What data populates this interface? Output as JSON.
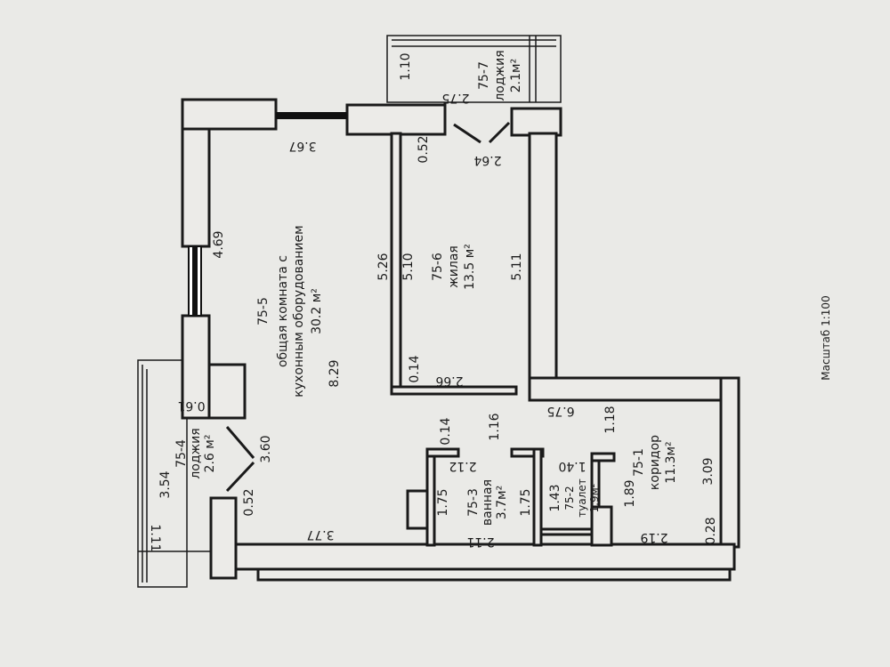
{
  "rooms": {
    "r1": {
      "id": "75-1",
      "name": "коридор",
      "area": "11.3м²"
    },
    "r2": {
      "id": "75-2",
      "name": "туалет",
      "area": "1.9м²"
    },
    "r3": {
      "id": "75-3",
      "name": "ванная",
      "area": "3.7м²"
    },
    "r4": {
      "id": "75-4",
      "name": "лоджия",
      "area": "2.6 м²"
    },
    "r5": {
      "id": "75-5",
      "name1": "общая комната с",
      "name2": "кухонным оборудованием",
      "area": "30.2 м²"
    },
    "r6": {
      "id": "75-6",
      "name": "жилая",
      "area": "13.5 м²"
    },
    "r7": {
      "id": "75-7",
      "name": "лоджия",
      "area": "2.1м²"
    }
  },
  "dims": {
    "d367": "3.67",
    "d469": "4.69",
    "d829": "8.29",
    "d061": "0.61",
    "d360": "3.60",
    "d052a": "0.52",
    "d354": "3.54",
    "d111": "1.11",
    "d377": "3.77",
    "d526": "5.26",
    "d510": "5.10",
    "d511": "5.11",
    "d014a": "0.14",
    "d266": "2.66",
    "d110": "1.10",
    "d275": "2.75",
    "d052b": "0.52",
    "d264": "2.64",
    "d014b": "0.14",
    "d116": "1.16",
    "d212": "2.12",
    "d175a": "1.75",
    "d211": "2.11",
    "d175b": "1.75",
    "d143": "1.43",
    "d140": "1.40",
    "d675": "6.75",
    "d118": "1.18",
    "d189": "1.89",
    "d309": "3.09",
    "d028": "0.28",
    "d219": "2.19"
  },
  "scale": "Масштаб 1:100"
}
